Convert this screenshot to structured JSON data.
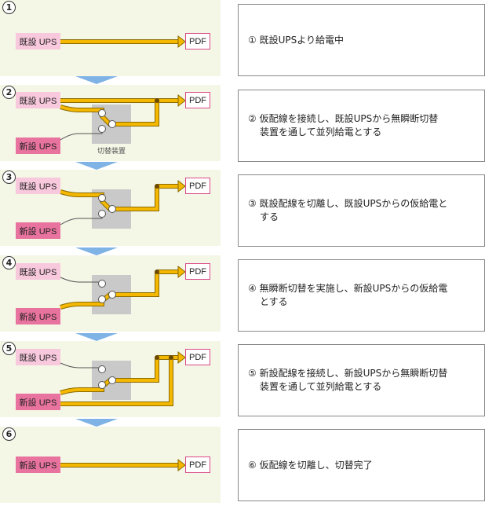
{
  "labels": {
    "old_ups": "既設 UPS",
    "new_ups": "新設 UPS",
    "pdf": "PDF",
    "switch": "切替装置"
  },
  "steps": [
    {
      "num": "1",
      "desc_line1": "① 既設UPSより給電中",
      "desc_line2": ""
    },
    {
      "num": "2",
      "desc_line1": "② 仮配線を接続し、既設UPSから無瞬断切替",
      "desc_line2": "装置を通して並列給電とする"
    },
    {
      "num": "3",
      "desc_line1": "③ 既設配線を切離し、既設UPSからの仮給電と",
      "desc_line2": "する"
    },
    {
      "num": "4",
      "desc_line1": "④ 無瞬断切替を実施し、新設UPSからの仮給電",
      "desc_line2": "とする"
    },
    {
      "num": "5",
      "desc_line1": "⑤ 新設配線を接続し、新設UPSから無瞬断切替",
      "desc_line2": "装置を通して並列給電とする"
    },
    {
      "num": "6",
      "desc_line1": "⑥ 仮配線を切離し、切替完了",
      "desc_line2": ""
    }
  ],
  "colors": {
    "panel_bg": "#f4f6e6",
    "wire": "#f5b800",
    "old_ups": "#f8c8dc",
    "new_ups": "#e8739e",
    "pdf_border": "#d94a86",
    "arrow": "#7fb3e6"
  }
}
